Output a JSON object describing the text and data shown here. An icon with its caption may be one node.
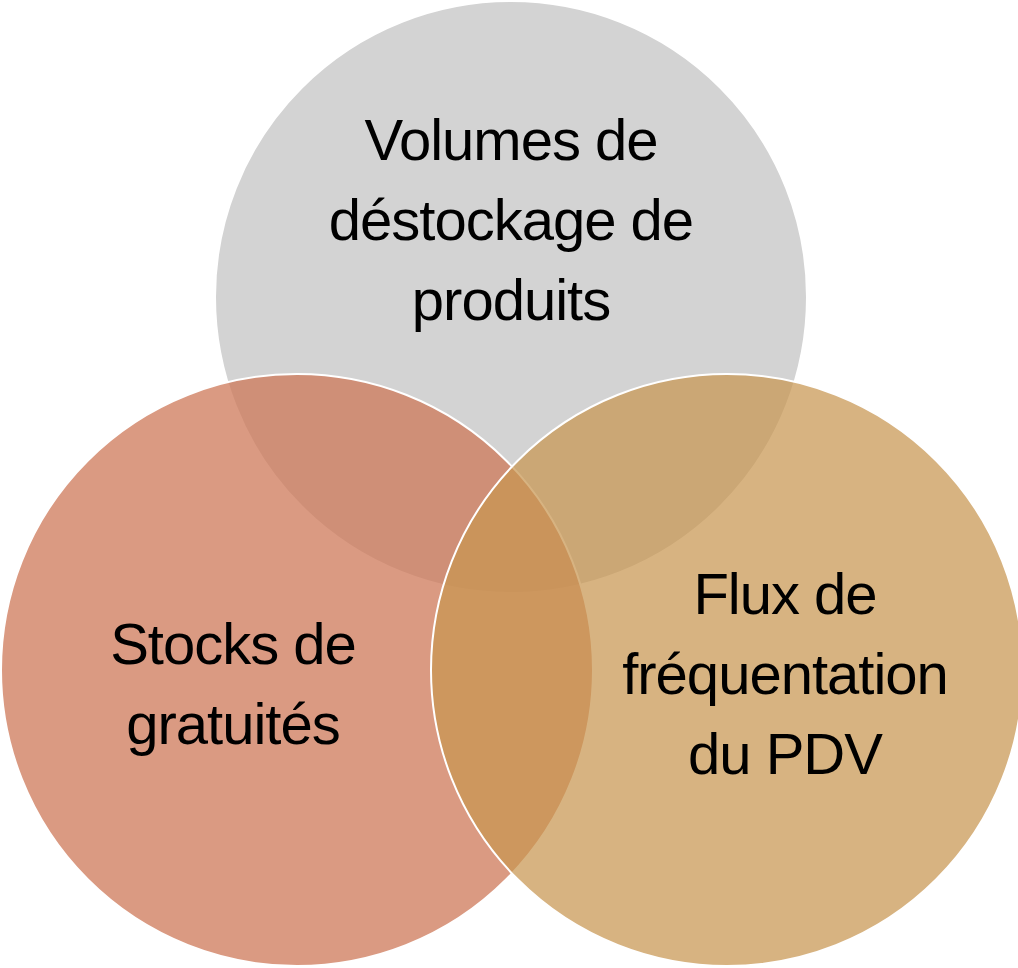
{
  "diagram": {
    "nodes": [
      {
        "text": [
          "Volumes de déstockage de produits"
        ]
      },
      {
        "text": [
          "Stocks de gratuités"
        ]
      },
      {
        "text": [
          "Flux de fréquentation du PDV"
        ]
      }
    ]
  }
}
